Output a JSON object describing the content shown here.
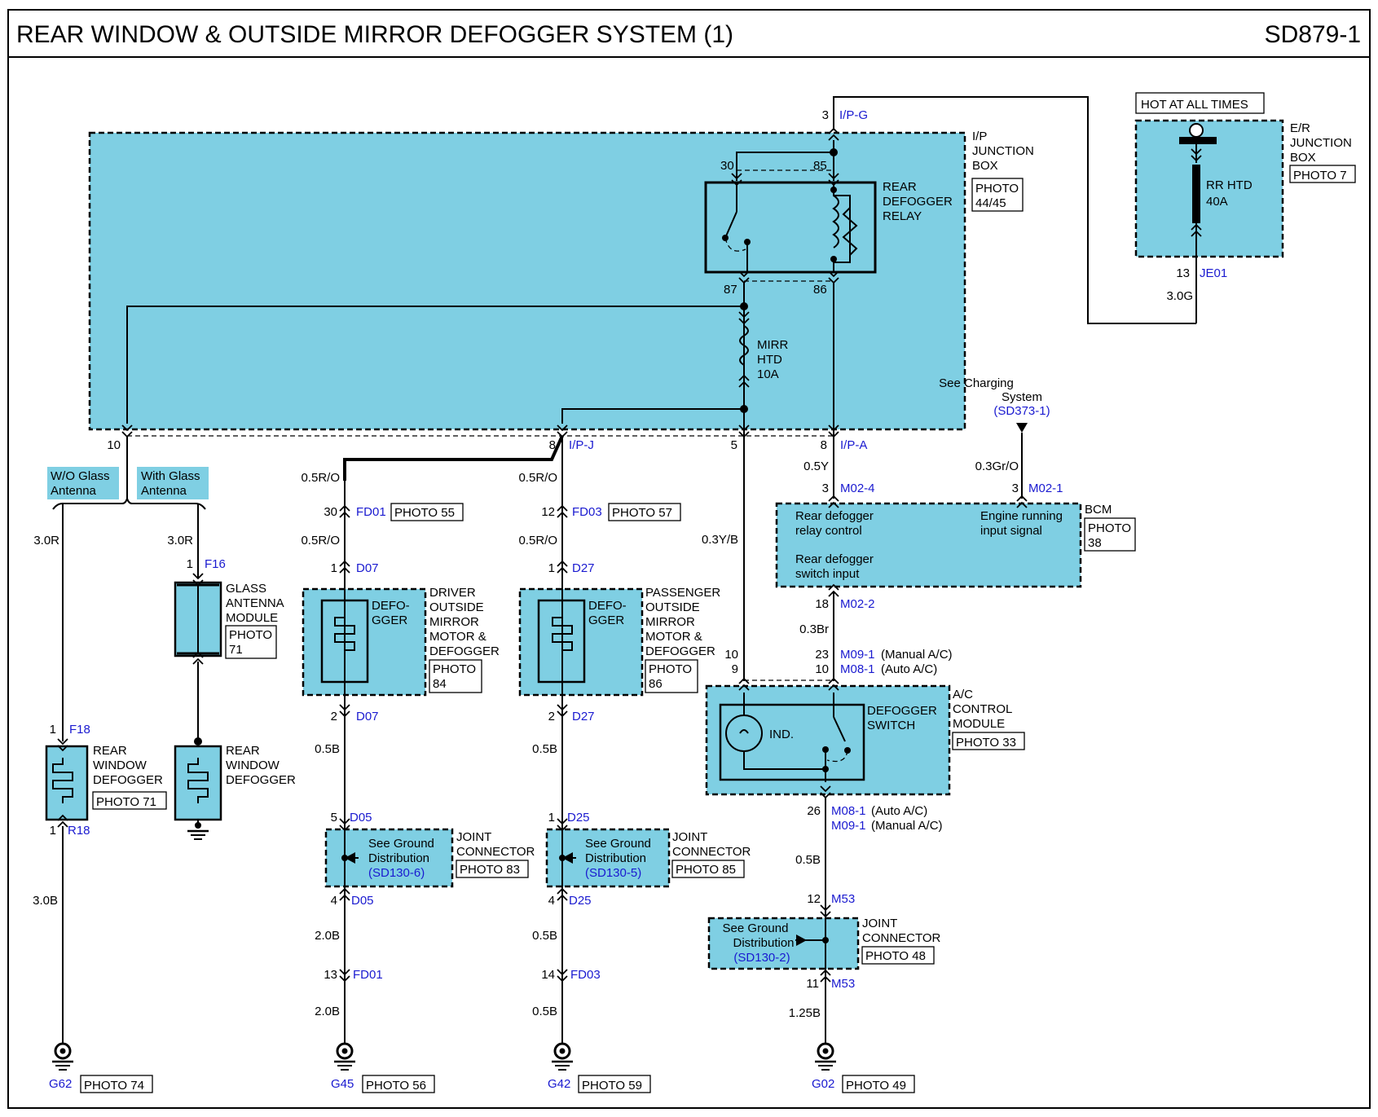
{
  "header": {
    "title": "REAR WINDOW & OUTSIDE MIRROR DEFOGGER SYSTEM (1)",
    "code": "SD879-1"
  },
  "hot_at_all_times": "HOT AT ALL TIMES",
  "er_box": {
    "label_1": "E/R",
    "label_2": "JUNCTION",
    "label_3": "BOX",
    "photo": "PHOTO 7",
    "fuse_1": "RR HTD",
    "fuse_2": "40A",
    "pin": "13",
    "conn": "JE01",
    "wire": "3.0G"
  },
  "ip_box": {
    "label_1": "I/P",
    "label_2": "JUNCTION",
    "label_3": "BOX",
    "photo_1": "PHOTO",
    "photo_2": "44/45",
    "top_pin": "3",
    "top_conn": "I/P-G"
  },
  "relay": {
    "label_1": "REAR",
    "label_2": "DEFOGGER",
    "label_3": "RELAY",
    "pin_30": "30",
    "pin_85": "85",
    "pin_87": "87",
    "pin_86": "86"
  },
  "mirr_fuse": {
    "l1": "MIRR",
    "l2": "HTD",
    "l3": "10A"
  },
  "ip_pins": {
    "p10": "10",
    "p8j": "8",
    "conn_j": "I/P-J",
    "p5": "5",
    "p8a": "8",
    "conn_a": "I/P-A"
  },
  "antenna": {
    "wo_1": "W/O Glass",
    "wo_2": "Antenna",
    "with_1": "With Glass",
    "with_2": "Antenna"
  },
  "left": {
    "wire1": "3.0R",
    "pin_top": "1",
    "conn_top": "F18",
    "def_1": "REAR",
    "def_2": "WINDOW",
    "def_3": "DEFOGGER",
    "def_photo": "PHOTO 71",
    "pin_bot": "1",
    "conn_bot": "R18",
    "wire2": "3.0B",
    "ground": "G62",
    "ground_photo": "PHOTO 74"
  },
  "glass": {
    "wire1": "3.0R",
    "pin": "1",
    "conn": "F16",
    "m1": "GLASS",
    "m2": "ANTENNA",
    "m3": "MODULE",
    "photo_1": "PHOTO",
    "photo_2": "71",
    "def_1": "REAR",
    "def_2": "WINDOW",
    "def_3": "DEFOGGER"
  },
  "driver": {
    "w1": "0.5R/O",
    "pin1": "30",
    "conn1": "FD01",
    "photo1": "PHOTO 55",
    "w2": "0.5R/O",
    "pin2": "1",
    "conn2": "D07",
    "defog_1": "DEFO-",
    "defog_2": "GGER",
    "l1": "DRIVER",
    "l2": "OUTSIDE",
    "l3": "MIRROR",
    "l4": "MOTOR &",
    "l5": "DEFOGGER",
    "photo_1": "PHOTO",
    "photo_2": "84",
    "pin3": "2",
    "conn3": "D07",
    "w3": "0.5B",
    "pin4": "5",
    "conn4": "D05",
    "jc_1": "See Ground",
    "jc_2": "Distribution",
    "jc_ref": "(SD130-6)",
    "jc_l1": "JOINT",
    "jc_l2": "CONNECTOR",
    "jc_photo": "PHOTO 83",
    "pin5": "4",
    "conn5": "D05",
    "w4": "2.0B",
    "pin6": "13",
    "conn6": "FD01",
    "w5": "2.0B",
    "ground": "G45",
    "ground_photo": "PHOTO 56"
  },
  "pass": {
    "w1": "0.5R/O",
    "pin1": "12",
    "conn1": "FD03",
    "photo1": "PHOTO 57",
    "w2": "0.5R/O",
    "pin2": "1",
    "conn2": "D27",
    "defog_1": "DEFO-",
    "defog_2": "GGER",
    "l1": "PASSENGER",
    "l2": "OUTSIDE",
    "l3": "MIRROR",
    "l4": "MOTOR &",
    "l5": "DEFOGGER",
    "photo_1": "PHOTO",
    "photo_2": "86",
    "pin3": "2",
    "conn3": "D27",
    "w3": "0.5B",
    "pin4": "1",
    "conn4": "D25",
    "jc_1": "See Ground",
    "jc_2": "Distribution",
    "jc_ref": "(SD130-5)",
    "jc_l1": "JOINT",
    "jc_l2": "CONNECTOR",
    "jc_photo": "PHOTO 85",
    "pin5": "4",
    "conn5": "D25",
    "w4": "0.5B",
    "pin6": "14",
    "conn6": "FD03",
    "w5": "0.5B",
    "ground": "G42",
    "ground_photo": "PHOTO 59"
  },
  "center": {
    "wire": "0.3Y/B",
    "pin_a": "10",
    "pin_b": "9"
  },
  "bcm": {
    "w1": "0.5Y",
    "pin1": "3",
    "conn1": "M02-4",
    "charging_1": "See Charging",
    "charging_2": "System",
    "charging_ref": "(SD373-1)",
    "w2": "0.3Gr/O",
    "pin2": "3",
    "conn2": "M02-1",
    "label": "BCM",
    "photo_1": "PHOTO",
    "photo_2": "38",
    "t1": "Rear defogger",
    "t2": "relay control",
    "t3": "Engine running",
    "t4": "input signal",
    "t5": "Rear defogger",
    "t6": "switch input",
    "pin3": "18",
    "conn3": "M02-2",
    "w3": "0.3Br"
  },
  "ac": {
    "pin1": "23",
    "conn1": "M09-1",
    "note1": "(Manual A/C)",
    "pin2": "10",
    "conn2": "M08-1",
    "note2": "(Auto A/C)",
    "sw_1": "DEFOGGER",
    "sw_2": "SWITCH",
    "ind": "IND.",
    "l1": "A/C",
    "l2": "CONTROL",
    "l3": "MODULE",
    "photo": "PHOTO 33",
    "pin3": "26",
    "conn3": "M08-1",
    "note3": "(Auto A/C)",
    "conn4": "M09-1",
    "note4": "(Manual A/C)",
    "w1": "0.5B",
    "pin5": "12",
    "conn5": "M53",
    "jc_1": "See Ground",
    "jc_2": "Distribution",
    "jc_ref": "(SD130-2)",
    "jc_l1": "JOINT",
    "jc_l2": "CONNECTOR",
    "jc_photo": "PHOTO 48",
    "pin6": "11",
    "conn6": "M53",
    "w2": "1.25B",
    "ground": "G02",
    "ground_photo": "PHOTO 49"
  }
}
